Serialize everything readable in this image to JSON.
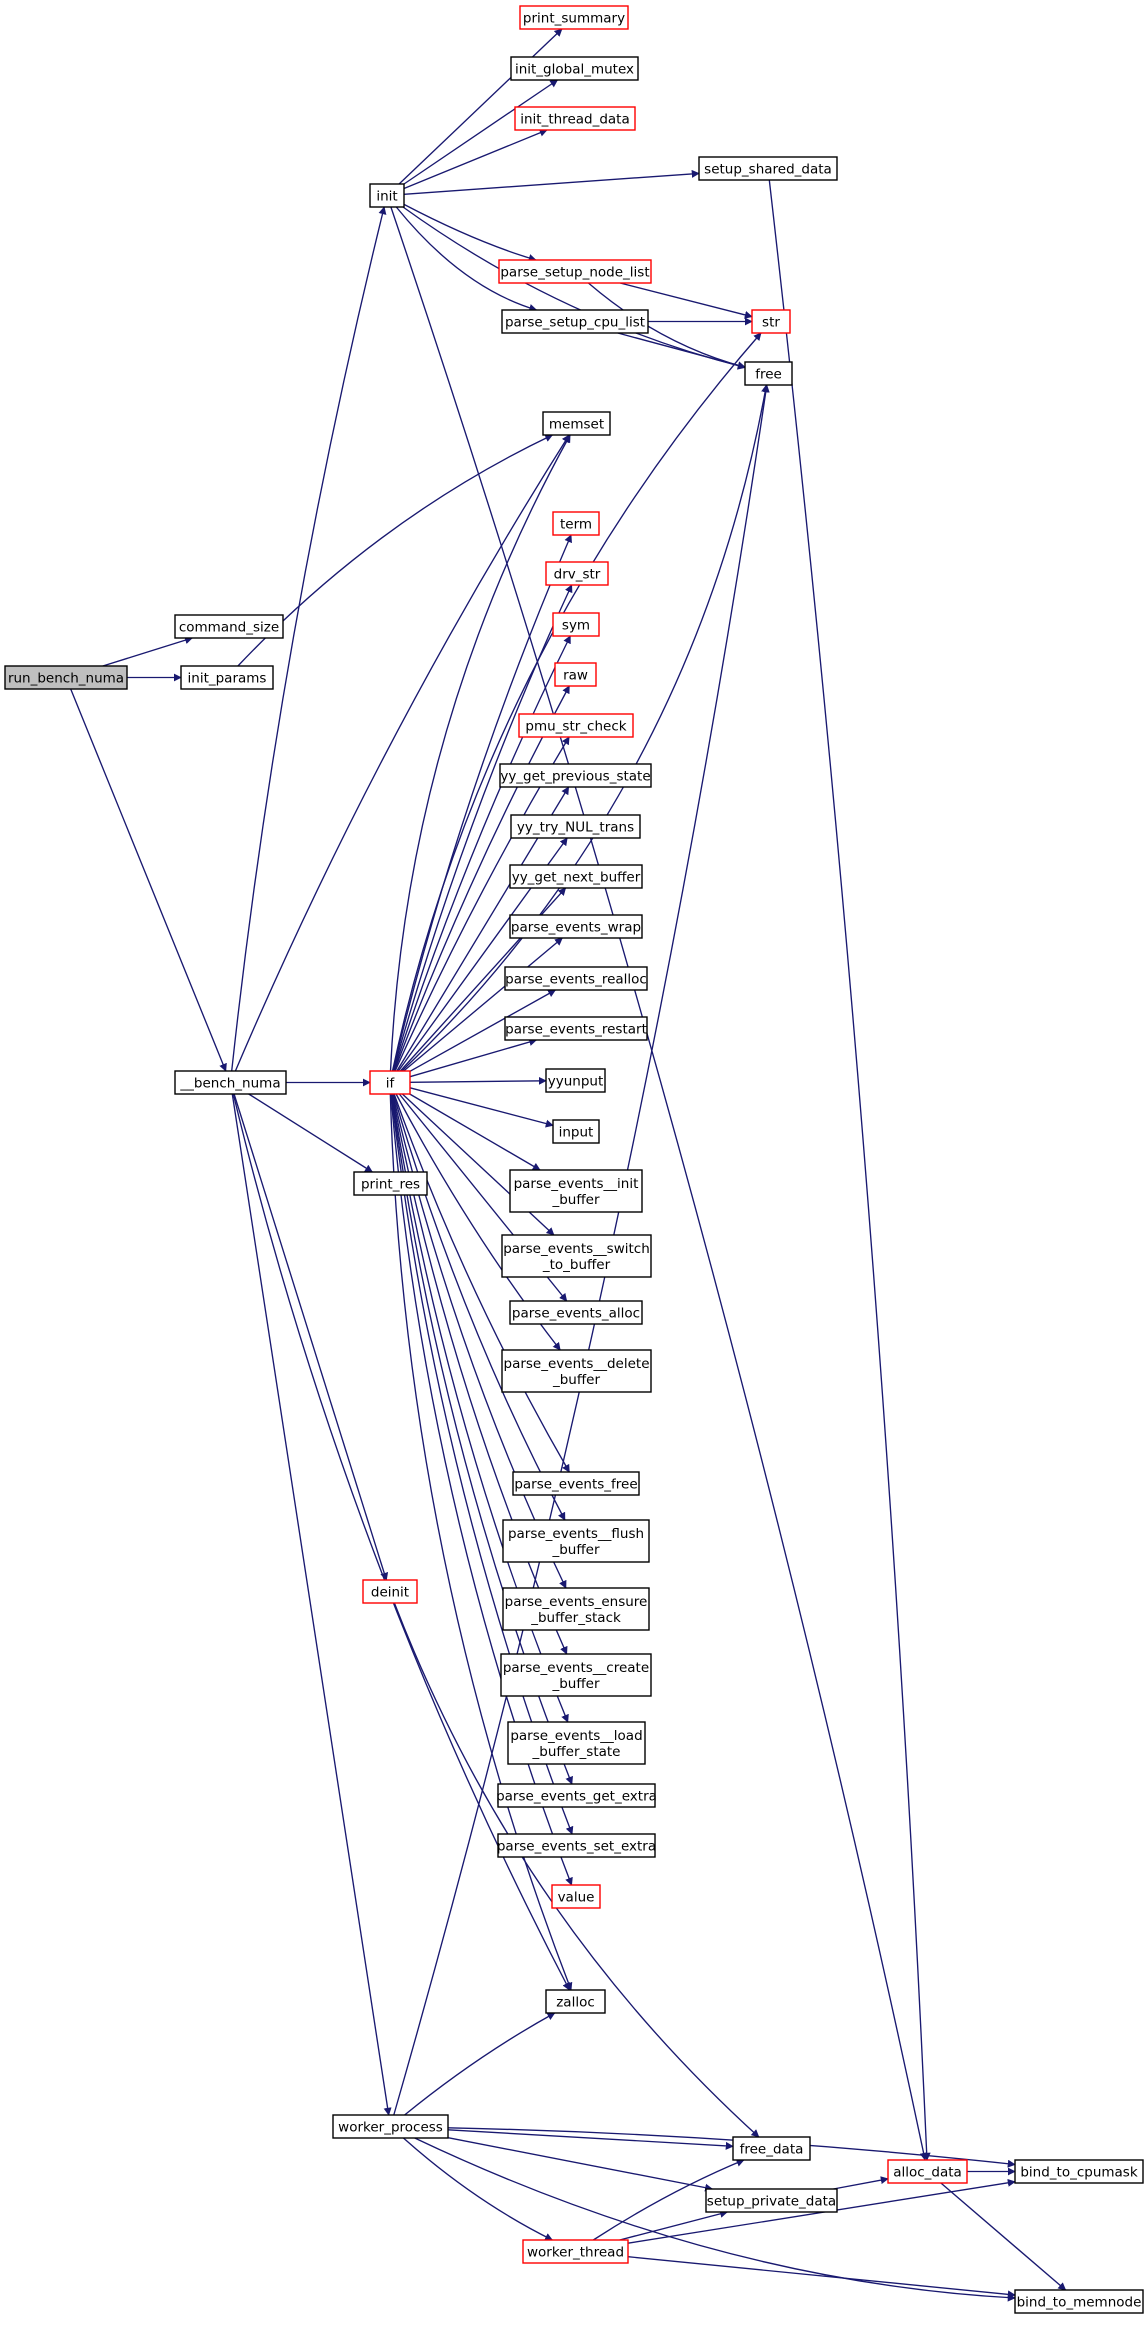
{
  "diagram": {
    "kind": "doxygen call graph",
    "colors": {
      "edge": "#191970",
      "root_fill": "#bfbfbf",
      "node_fill": "#ffffff",
      "node_border": "#000000",
      "truncated_border": "#ff0000"
    },
    "nodes": [
      {
        "id": "run_bench_numa",
        "lines": [
          "run_bench_numa"
        ],
        "style": "root"
      },
      {
        "id": "command_size",
        "lines": [
          "command_size"
        ],
        "style": "normal"
      },
      {
        "id": "init_params",
        "lines": [
          "init_params"
        ],
        "style": "normal"
      },
      {
        "id": "bench_numa",
        "lines": [
          "__bench_numa"
        ],
        "style": "normal"
      },
      {
        "id": "init",
        "lines": [
          "init"
        ],
        "style": "normal"
      },
      {
        "id": "memset",
        "lines": [
          "memset"
        ],
        "style": "normal"
      },
      {
        "id": "free",
        "lines": [
          "free"
        ],
        "style": "normal"
      },
      {
        "id": "print_summary",
        "lines": [
          "print_summary"
        ],
        "style": "truncated"
      },
      {
        "id": "init_global_mutex",
        "lines": [
          "init_global_mutex"
        ],
        "style": "normal"
      },
      {
        "id": "init_thread_data",
        "lines": [
          "init_thread_data"
        ],
        "style": "truncated"
      },
      {
        "id": "setup_shared_data",
        "lines": [
          "setup_shared_data"
        ],
        "style": "normal"
      },
      {
        "id": "parse_setup_node_list",
        "lines": [
          "parse_setup_node_list"
        ],
        "style": "truncated"
      },
      {
        "id": "parse_setup_cpu_list",
        "lines": [
          "parse_setup_cpu_list"
        ],
        "style": "normal"
      },
      {
        "id": "str",
        "lines": [
          "str"
        ],
        "style": "truncated"
      },
      {
        "id": "alloc_data",
        "lines": [
          "alloc_data"
        ],
        "style": "truncated"
      },
      {
        "id": "if",
        "lines": [
          "if"
        ],
        "style": "truncated"
      },
      {
        "id": "term",
        "lines": [
          "term"
        ],
        "style": "truncated"
      },
      {
        "id": "drv_str",
        "lines": [
          "drv_str"
        ],
        "style": "truncated"
      },
      {
        "id": "sym",
        "lines": [
          "sym"
        ],
        "style": "truncated"
      },
      {
        "id": "raw",
        "lines": [
          "raw"
        ],
        "style": "truncated"
      },
      {
        "id": "pmu_str_check",
        "lines": [
          "pmu_str_check"
        ],
        "style": "truncated"
      },
      {
        "id": "yy_get_previous_state",
        "lines": [
          "yy_get_previous_state"
        ],
        "style": "normal"
      },
      {
        "id": "yy_try_NUL_trans",
        "lines": [
          "yy_try_NUL_trans"
        ],
        "style": "normal"
      },
      {
        "id": "yy_get_next_buffer",
        "lines": [
          "yy_get_next_buffer"
        ],
        "style": "normal"
      },
      {
        "id": "parse_events_wrap",
        "lines": [
          "parse_events_wrap"
        ],
        "style": "normal"
      },
      {
        "id": "parse_events_realloc",
        "lines": [
          "parse_events_realloc"
        ],
        "style": "normal"
      },
      {
        "id": "parse_events_restart",
        "lines": [
          "parse_events_restart"
        ],
        "style": "normal"
      },
      {
        "id": "yyunput",
        "lines": [
          "yyunput"
        ],
        "style": "normal"
      },
      {
        "id": "input",
        "lines": [
          "input"
        ],
        "style": "normal"
      },
      {
        "id": "pe_init_buffer",
        "lines": [
          "parse_events__init",
          "_buffer"
        ],
        "style": "normal"
      },
      {
        "id": "pe_switch_to_buffer",
        "lines": [
          "parse_events__switch",
          "_to_buffer"
        ],
        "style": "normal"
      },
      {
        "id": "parse_events_alloc",
        "lines": [
          "parse_events_alloc"
        ],
        "style": "normal"
      },
      {
        "id": "pe_delete_buffer",
        "lines": [
          "parse_events__delete",
          "_buffer"
        ],
        "style": "normal"
      },
      {
        "id": "parse_events_free",
        "lines": [
          "parse_events_free"
        ],
        "style": "normal"
      },
      {
        "id": "pe_flush_buffer",
        "lines": [
          "parse_events__flush",
          "_buffer"
        ],
        "style": "normal"
      },
      {
        "id": "pe_ensure_buffer_stack",
        "lines": [
          "parse_events_ensure",
          "_buffer_stack"
        ],
        "style": "normal"
      },
      {
        "id": "pe_create_buffer",
        "lines": [
          "parse_events__create",
          "_buffer"
        ],
        "style": "normal"
      },
      {
        "id": "pe_load_buffer_state",
        "lines": [
          "parse_events__load",
          "_buffer_state"
        ],
        "style": "normal"
      },
      {
        "id": "parse_events_get_extra",
        "lines": [
          "parse_events_get_extra"
        ],
        "style": "normal"
      },
      {
        "id": "parse_events_set_extra",
        "lines": [
          "parse_events_set_extra"
        ],
        "style": "normal"
      },
      {
        "id": "value",
        "lines": [
          "value"
        ],
        "style": "truncated"
      },
      {
        "id": "zalloc",
        "lines": [
          "zalloc"
        ],
        "style": "normal"
      },
      {
        "id": "print_res",
        "lines": [
          "print_res"
        ],
        "style": "normal"
      },
      {
        "id": "deinit",
        "lines": [
          "deinit"
        ],
        "style": "truncated"
      },
      {
        "id": "worker_process",
        "lines": [
          "worker_process"
        ],
        "style": "normal"
      },
      {
        "id": "free_data",
        "lines": [
          "free_data"
        ],
        "style": "normal"
      },
      {
        "id": "setup_private_data",
        "lines": [
          "setup_private_data"
        ],
        "style": "normal"
      },
      {
        "id": "worker_thread",
        "lines": [
          "worker_thread"
        ],
        "style": "truncated"
      },
      {
        "id": "bind_to_cpumask",
        "lines": [
          "bind_to_cpumask"
        ],
        "style": "normal"
      },
      {
        "id": "bind_to_memnode",
        "lines": [
          "bind_to_memnode"
        ],
        "style": "normal"
      }
    ],
    "edges": [
      {
        "from": "run_bench_numa",
        "to": "command_size"
      },
      {
        "from": "run_bench_numa",
        "to": "init_params"
      },
      {
        "from": "run_bench_numa",
        "to": "bench_numa"
      },
      {
        "from": "init_params",
        "to": "memset"
      },
      {
        "from": "bench_numa",
        "to": "init"
      },
      {
        "from": "bench_numa",
        "to": "memset"
      },
      {
        "from": "bench_numa",
        "to": "if"
      },
      {
        "from": "bench_numa",
        "to": "print_res"
      },
      {
        "from": "bench_numa",
        "to": "deinit"
      },
      {
        "from": "bench_numa",
        "to": "worker_process"
      },
      {
        "from": "bench_numa",
        "to": "zalloc"
      },
      {
        "from": "init",
        "to": "print_summary"
      },
      {
        "from": "init",
        "to": "init_global_mutex"
      },
      {
        "from": "init",
        "to": "init_thread_data"
      },
      {
        "from": "init",
        "to": "setup_shared_data"
      },
      {
        "from": "init",
        "to": "parse_setup_node_list"
      },
      {
        "from": "init",
        "to": "parse_setup_cpu_list"
      },
      {
        "from": "init",
        "to": "free"
      },
      {
        "from": "init",
        "to": "alloc_data"
      },
      {
        "from": "parse_setup_node_list",
        "to": "str"
      },
      {
        "from": "parse_setup_node_list",
        "to": "free"
      },
      {
        "from": "parse_setup_cpu_list",
        "to": "str"
      },
      {
        "from": "parse_setup_cpu_list",
        "to": "free"
      },
      {
        "from": "setup_shared_data",
        "to": "alloc_data"
      },
      {
        "from": "if",
        "to": "memset"
      },
      {
        "from": "if",
        "to": "str"
      },
      {
        "from": "if",
        "to": "free"
      },
      {
        "from": "if",
        "to": "term"
      },
      {
        "from": "if",
        "to": "drv_str"
      },
      {
        "from": "if",
        "to": "sym"
      },
      {
        "from": "if",
        "to": "raw"
      },
      {
        "from": "if",
        "to": "pmu_str_check"
      },
      {
        "from": "if",
        "to": "yy_get_previous_state"
      },
      {
        "from": "if",
        "to": "yy_try_NUL_trans"
      },
      {
        "from": "if",
        "to": "yy_get_next_buffer"
      },
      {
        "from": "if",
        "to": "parse_events_wrap"
      },
      {
        "from": "if",
        "to": "parse_events_realloc"
      },
      {
        "from": "if",
        "to": "parse_events_restart"
      },
      {
        "from": "if",
        "to": "yyunput"
      },
      {
        "from": "if",
        "to": "input"
      },
      {
        "from": "if",
        "to": "pe_init_buffer"
      },
      {
        "from": "if",
        "to": "pe_switch_to_buffer"
      },
      {
        "from": "if",
        "to": "parse_events_alloc"
      },
      {
        "from": "if",
        "to": "pe_delete_buffer"
      },
      {
        "from": "if",
        "to": "parse_events_free"
      },
      {
        "from": "if",
        "to": "pe_flush_buffer"
      },
      {
        "from": "if",
        "to": "pe_ensure_buffer_stack"
      },
      {
        "from": "if",
        "to": "pe_create_buffer"
      },
      {
        "from": "if",
        "to": "pe_load_buffer_state"
      },
      {
        "from": "if",
        "to": "parse_events_get_extra"
      },
      {
        "from": "if",
        "to": "parse_events_set_extra"
      },
      {
        "from": "if",
        "to": "value"
      },
      {
        "from": "if",
        "to": "zalloc"
      },
      {
        "from": "deinit",
        "to": "free_data"
      },
      {
        "from": "worker_process",
        "to": "zalloc"
      },
      {
        "from": "worker_process",
        "to": "free"
      },
      {
        "from": "worker_process",
        "to": "free_data"
      },
      {
        "from": "worker_process",
        "to": "setup_private_data"
      },
      {
        "from": "worker_process",
        "to": "worker_thread"
      },
      {
        "from": "worker_process",
        "to": "bind_to_cpumask"
      },
      {
        "from": "worker_process",
        "to": "bind_to_memnode"
      },
      {
        "from": "worker_thread",
        "to": "free_data"
      },
      {
        "from": "worker_thread",
        "to": "setup_private_data"
      },
      {
        "from": "worker_thread",
        "to": "bind_to_cpumask"
      },
      {
        "from": "worker_thread",
        "to": "bind_to_memnode"
      },
      {
        "from": "setup_private_data",
        "to": "alloc_data"
      },
      {
        "from": "alloc_data",
        "to": "bind_to_cpumask"
      },
      {
        "from": "alloc_data",
        "to": "bind_to_memnode"
      }
    ]
  }
}
